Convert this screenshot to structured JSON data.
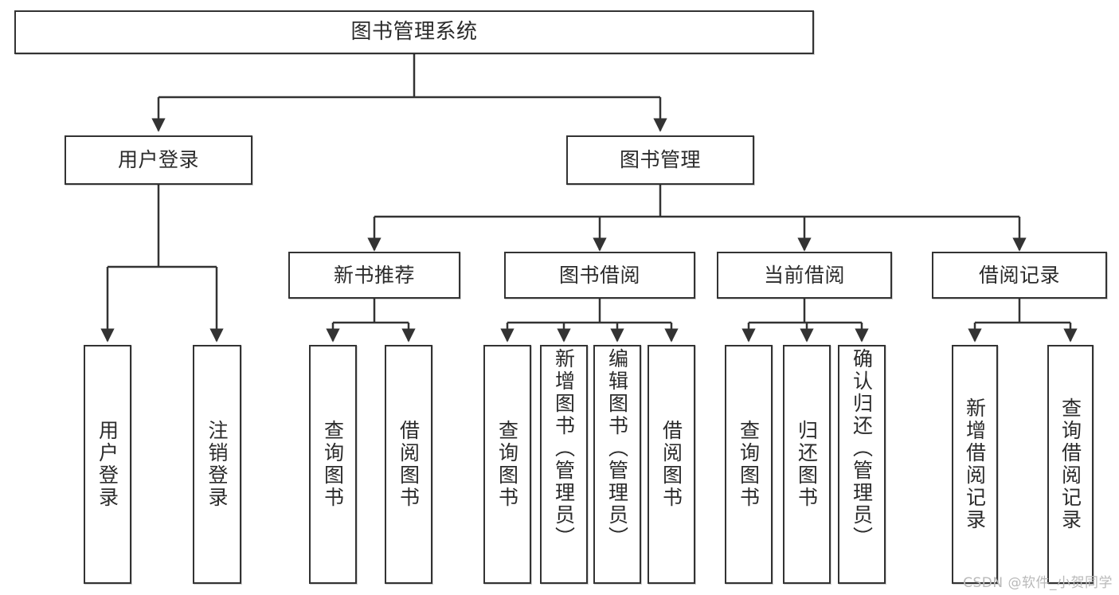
{
  "diagram": {
    "title": "图书管理系统",
    "watermark": "CSDN @软件_小贺同学",
    "stroke_color": "#333333",
    "background_color": "#ffffff",
    "text_color": "#2b2b2b",
    "root": {
      "label": "图书管理系统"
    },
    "level1": [
      {
        "label": "用户登录"
      },
      {
        "label": "图书管理"
      }
    ],
    "level2": [
      {
        "label": "新书推荐"
      },
      {
        "label": "图书借阅"
      },
      {
        "label": "当前借阅"
      },
      {
        "label": "借阅记录"
      }
    ],
    "leaves": {
      "user_login": [
        {
          "label": "用户登录"
        },
        {
          "label": "注销登录"
        }
      ],
      "new_book_recommend": [
        {
          "label": "查询图书"
        },
        {
          "label": "借阅图书"
        }
      ],
      "book_borrow": [
        {
          "label": "查询图书"
        },
        {
          "label": "新增图书（管理员）"
        },
        {
          "label": "编辑图书（管理员）"
        },
        {
          "label": "借阅图书"
        }
      ],
      "current_borrow": [
        {
          "label": "查询图书"
        },
        {
          "label": "归还图书"
        },
        {
          "label": "确认归还（管理员）"
        }
      ],
      "borrow_record": [
        {
          "label": "新增借阅记录"
        },
        {
          "label": "查询借阅记录"
        }
      ]
    }
  }
}
